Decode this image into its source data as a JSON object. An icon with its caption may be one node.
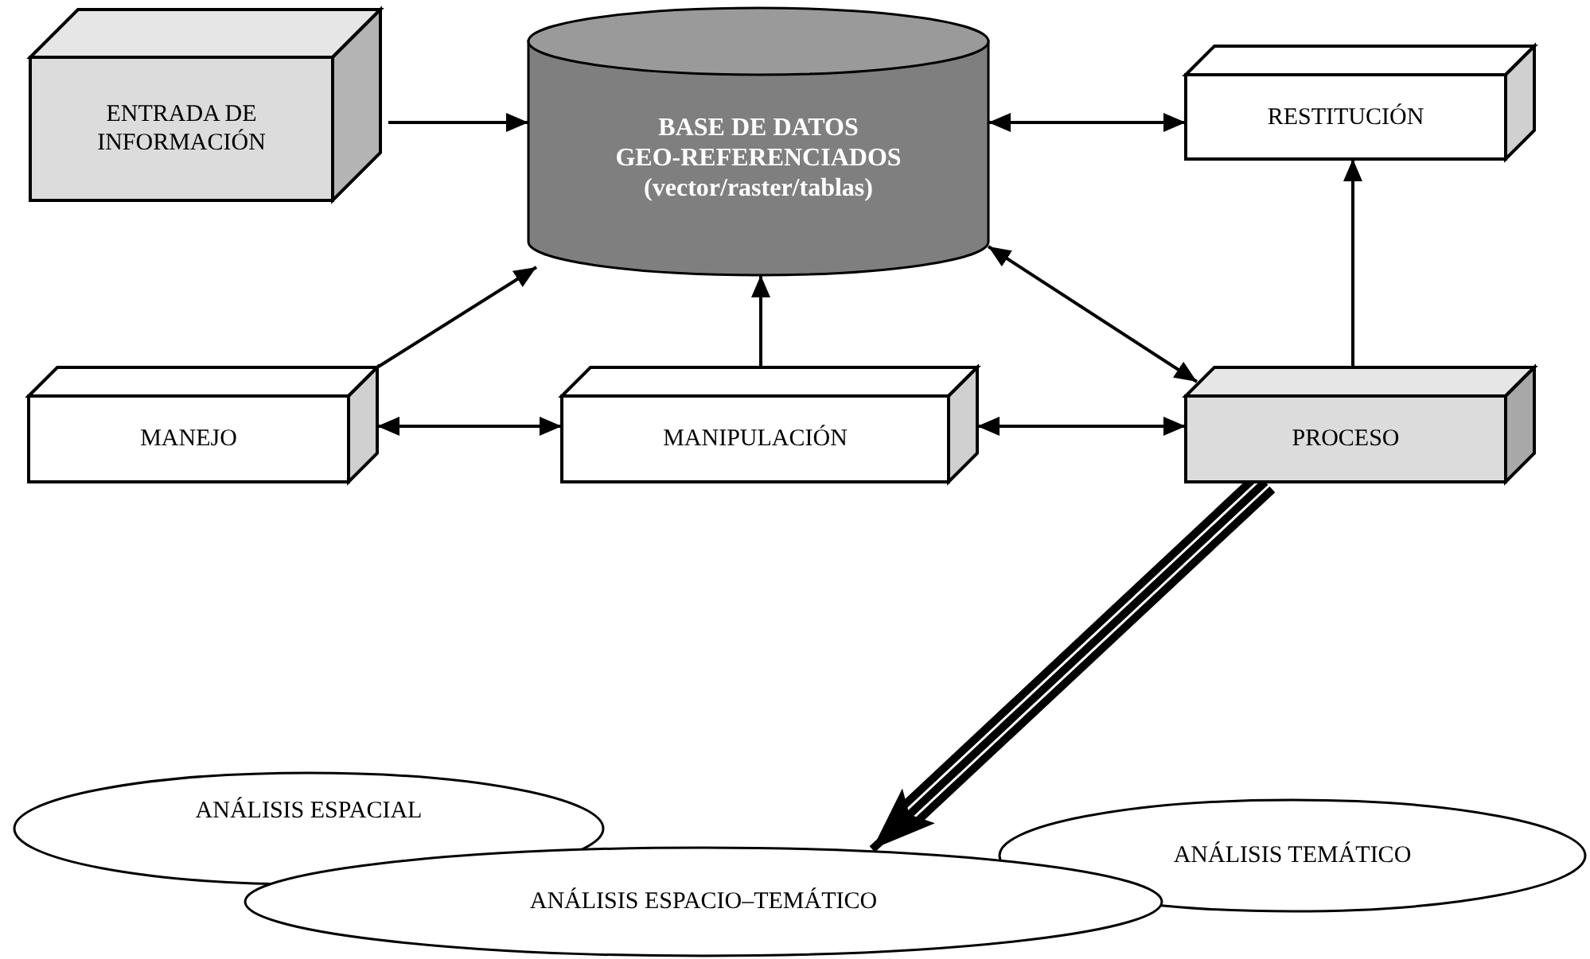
{
  "diagram": {
    "nodes": [
      {
        "text": [
          "ENTRADA DE INFORMACIÓN"
        ]
      },
      {
        "text": [
          "BASE DE DATOS GEO-REFERENCIADOS (vector/raster/tablas)"
        ]
      },
      {
        "text": [
          "RESTITUCIÓN"
        ]
      },
      {
        "text": [
          "MANEJO"
        ]
      },
      {
        "text": [
          "MANIPULACIÓN"
        ]
      },
      {
        "text": [
          "PROCESO"
        ]
      },
      {
        "text": [
          "ANÁLISIS ESPACIAL"
        ]
      },
      {
        "text": [
          "ANÁLISIS TEMÁTICO"
        ]
      },
      {
        "text": [
          "ANÁLISIS ESPACIO–TEMÁTICO"
        ]
      }
    ],
    "edges": [
      {
        "from": 0,
        "to": 1,
        "arrow": "to"
      },
      {
        "from": 1,
        "to": 2,
        "arrow": "both"
      },
      {
        "from": 3,
        "to": 1,
        "arrow": "to"
      },
      {
        "from": 4,
        "to": 1,
        "arrow": "to"
      },
      {
        "from": 3,
        "to": 4,
        "arrow": "both"
      },
      {
        "from": 4,
        "to": 5,
        "arrow": "both"
      },
      {
        "from": 1,
        "to": 5,
        "arrow": "both"
      },
      {
        "from": 5,
        "to": 2,
        "arrow": "to"
      },
      {
        "from": 5,
        "to": 8,
        "arrow": "to",
        "style": "thick"
      }
    ]
  }
}
